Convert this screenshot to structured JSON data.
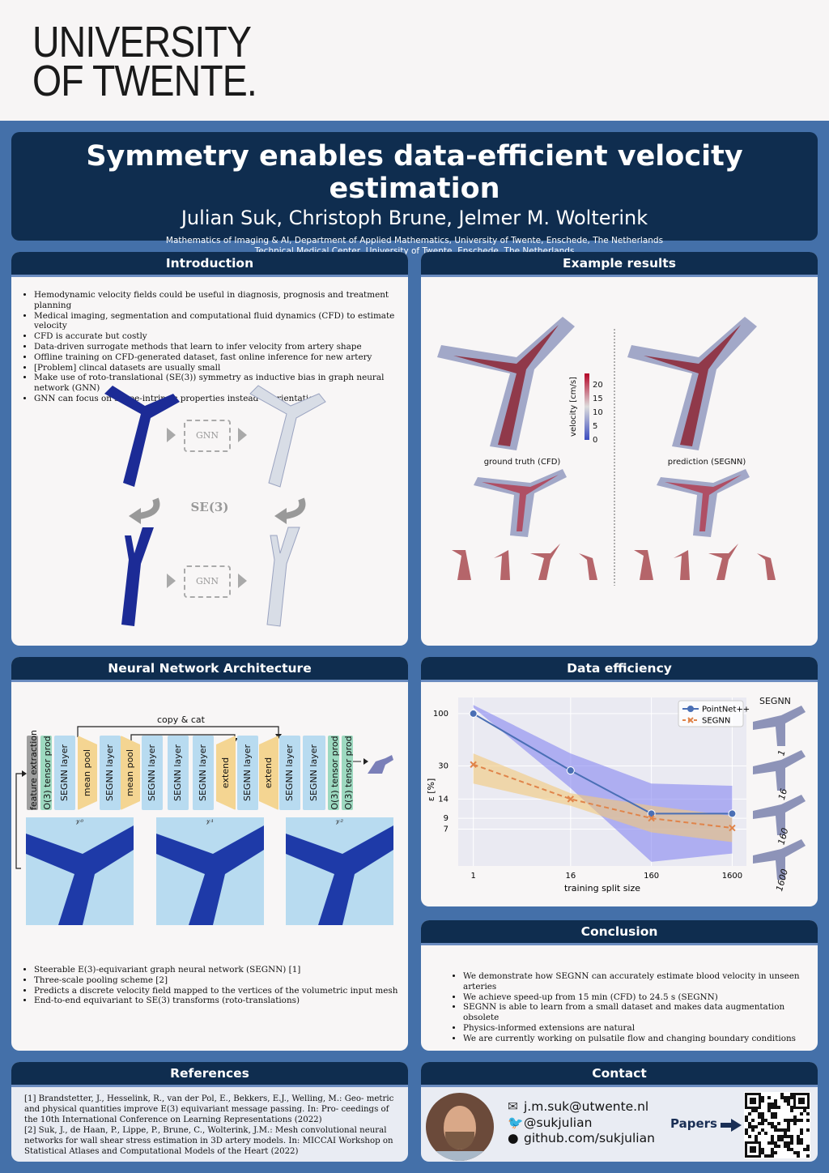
{
  "logo": {
    "line1": "UNIVERSITY",
    "line2": "OF TWENTE."
  },
  "header": {
    "title": "Symmetry enables data-efficient velocity estimation",
    "authors": "Julian Suk, Christoph Brune, Jelmer M. Wolterink",
    "affiliation1": "Mathematics of Imaging & AI, Department of Applied Mathematics, University of Twente, Enschede, The Netherlands",
    "affiliation2": "Technical Medical Center, University of Twente, Enschede, The Netherlands"
  },
  "intro": {
    "heading": "Introduction",
    "bullets": [
      "Hemodynamic velocity fields could be useful in diagnosis, prognosis and treatment planning",
      "Medical imaging, segmentation and computational fluid dynamics (CFD) to estimate velocity",
      "CFD is accurate but costly",
      "Data-driven surrogate methods that learn to infer velocity from artery shape",
      "Offline training on CFD-generated dataset, fast online inference for new artery",
      "[Problem] clincal datasets are usually small",
      "Make use of roto-translational (SE(3)) symmetry as inductive bias in graph neural network (GNN)",
      "GNN can focus on shape-intrinsic properties instead of orientation"
    ],
    "gnn_label": "GNN",
    "se3_label": "SE(3)"
  },
  "results": {
    "heading": "Example results",
    "colorbar_label": "velocity [cm/s]",
    "colorbar_ticks": [
      "20",
      "15",
      "10",
      "5",
      "0"
    ],
    "left_caption": "ground truth (CFD)",
    "right_caption": "prediction (SEGNN)"
  },
  "architecture": {
    "heading": "Neural Network Architecture",
    "copy_cat": "copy & cat",
    "layers": [
      "feature extraction",
      "O(3) tensor prod",
      "SEGNN layer",
      "mean pool",
      "SEGNN layer",
      "mean pool",
      "SEGNN layer",
      "SEGNN layer",
      "SEGNN layer",
      "extend",
      "SEGNN layer",
      "extend",
      "SEGNN layer",
      "SEGNN layer",
      "O(3) tensor prod",
      "O(3) tensor prod"
    ],
    "mesh_labels": [
      "𝒱⁰",
      "𝒱¹",
      "𝒱²"
    ],
    "bullets": [
      "Steerable E(3)-equivariant graph neural network (SEGNN) [1]",
      "Three-scale pooling scheme [2]",
      "Predicts a discrete velocity field mapped to the vertices of the volumetric input mesh",
      "End-to-end equivariant to SE(3) transforms (roto-translations)"
    ]
  },
  "efficiency": {
    "heading": "Data efficiency",
    "side_title": "SEGNN",
    "side_labels": [
      "1",
      "16",
      "160",
      "1600"
    ]
  },
  "chart_data": {
    "type": "line",
    "x": [
      1,
      16,
      160,
      1600
    ],
    "xscale": "log",
    "yscale": "log",
    "xlabel": "training split size",
    "ylabel": "ε [%]",
    "yticks": [
      100,
      30,
      14,
      9,
      7
    ],
    "xticks": [
      "1",
      "16",
      "160",
      "1600"
    ],
    "legend_position": "top-right",
    "series": [
      {
        "name": "PointNet++",
        "values": [
          100,
          27,
          10,
          10
        ],
        "lower": [
          115,
          18,
          3.3,
          4
        ],
        "upper": [
          122,
          40,
          20,
          19
        ],
        "color": "#4a6fb5",
        "band": "#7b7bf0"
      },
      {
        "name": "SEGNN",
        "values": [
          31,
          14,
          9,
          7.2
        ],
        "lower": [
          20,
          12,
          6.5,
          5.2
        ],
        "upper": [
          40,
          16,
          12,
          9.5
        ],
        "color": "#e0844a",
        "band": "#f2c87a"
      }
    ]
  },
  "conclusion": {
    "heading": "Conclusion",
    "bullets": [
      "We demonstrate how SEGNN can accurately estimate blood velocity in unseen arteries",
      "We achieve speed-up from 15 min (CFD) to 24.5 s (SEGNN)",
      "SEGNN is able to learn from a small dataset and makes data augmentation obsolete",
      "Physics-informed extensions are natural",
      "We are currently working on pulsatile flow and changing boundary conditions"
    ]
  },
  "references": {
    "heading": "References",
    "items": [
      "[1] Brandstetter, J., Hesselink, R., van der Pol, E., Bekkers, E.J., Welling, M.: Geo- metric and physical quantities improve E(3) equivariant message passing. In: Pro- ceedings of the 10th International Conference on Learning Representations (2022)",
      "[2] Suk, J., de Haan, P., Lippe, P., Brune, C., Wolterink, J.M.: Mesh convolutional neural networks for wall shear stress estimation in 3D artery models. In: MICCAI Workshop on Statistical Atlases and Computational Models of the Heart (2022)"
    ]
  },
  "contact": {
    "heading": "Contact",
    "email": "j.m.suk@utwente.nl",
    "twitter": "@sukjulian",
    "github": "github.com/sukjulian",
    "papers": "Papers"
  }
}
